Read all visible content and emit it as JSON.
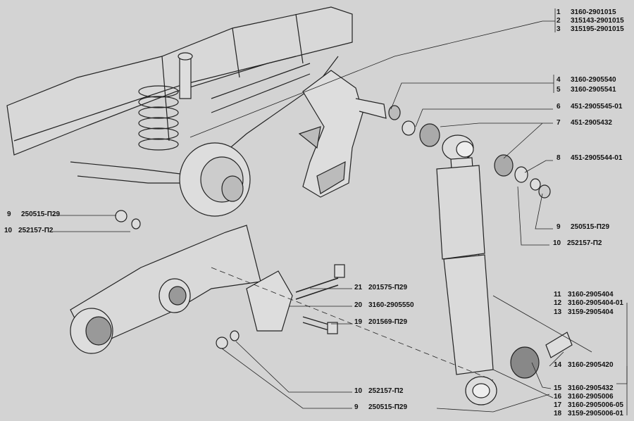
{
  "callouts": {
    "c1": {
      "num": "1",
      "part": "3160-2901015"
    },
    "c2": {
      "num": "2",
      "part": "315143-2901015"
    },
    "c3": {
      "num": "3",
      "part": "315195-2901015"
    },
    "c4": {
      "num": "4",
      "part": "3160-2905540"
    },
    "c5": {
      "num": "5",
      "part": "3160-2905541"
    },
    "c6": {
      "num": "6",
      "part": "451-2905545-01"
    },
    "c7": {
      "num": "7",
      "part": "451-2905432"
    },
    "c8": {
      "num": "8",
      "part": "451-2905544-01"
    },
    "c9r": {
      "num": "9",
      "part": "250515-П29"
    },
    "c10r": {
      "num": "10",
      "part": "252157-П2"
    },
    "c9l": {
      "num": "9",
      "part": "250515-П29"
    },
    "c10l": {
      "num": "10",
      "part": "252157-П2"
    },
    "c21": {
      "num": "21",
      "part": "201575-П29"
    },
    "c20": {
      "num": "20",
      "part": "3160-2905550"
    },
    "c19": {
      "num": "19",
      "part": "201569-П29"
    },
    "c11": {
      "num": "11",
      "part": "3160-2905404"
    },
    "c12": {
      "num": "12",
      "part": "3160-2905404-01"
    },
    "c13": {
      "num": "13",
      "part": "3159-2905404"
    },
    "c14": {
      "num": "14",
      "part": "3160-2905420"
    },
    "c15": {
      "num": "15",
      "part": "3160-2905432"
    },
    "c16": {
      "num": "16",
      "part": "3160-2905006"
    },
    "c17": {
      "num": "17",
      "part": "3160-2905006-05"
    },
    "c18": {
      "num": "18",
      "part": "3159-2905006-01"
    },
    "c10b": {
      "num": "10",
      "part": "252157-П2"
    },
    "c9b": {
      "num": "9",
      "part": "250515-П29"
    }
  }
}
